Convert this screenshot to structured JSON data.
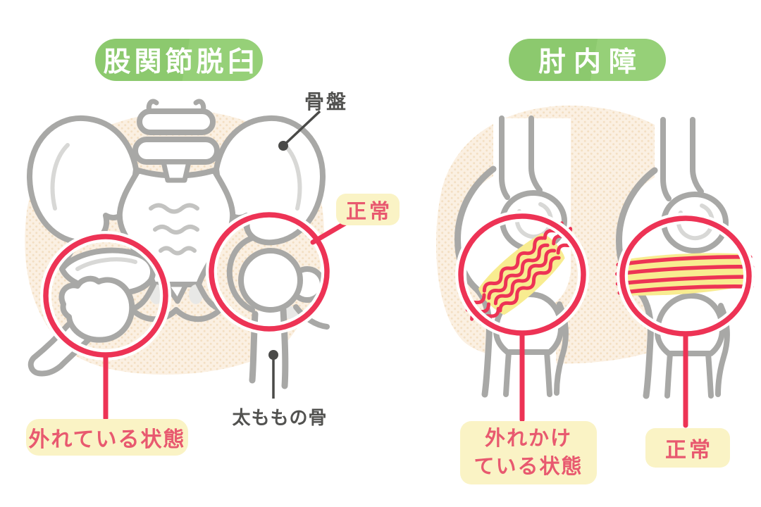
{
  "panels": {
    "hip": {
      "title": "股関節脱臼",
      "annotations": {
        "pelvis": "骨盤",
        "femur": "太ももの骨",
        "normal": "正常",
        "dislocated": "外れている状態"
      }
    },
    "elbow": {
      "title": "肘内障",
      "annotations": {
        "partial_line1": "外れかけ",
        "partial_line2": "ている状態",
        "normal": "正常"
      }
    }
  },
  "colors": {
    "title_green": "#8cc96e",
    "title_green_light": "#96d078",
    "label_yellow": "#faf3c5",
    "label_pink_text": "#e8596f",
    "highlight_red": "#ed3355",
    "ligament_yellow": "#f8ec90",
    "bone_gray": "#a8a8a6",
    "bone_light_gray": "#d8d8d6",
    "pointer_dark": "#4a4a48",
    "background_peach": "#fbf0e2",
    "background_peach_dot": "#f3dfc3",
    "page_background": "#ffffff"
  }
}
